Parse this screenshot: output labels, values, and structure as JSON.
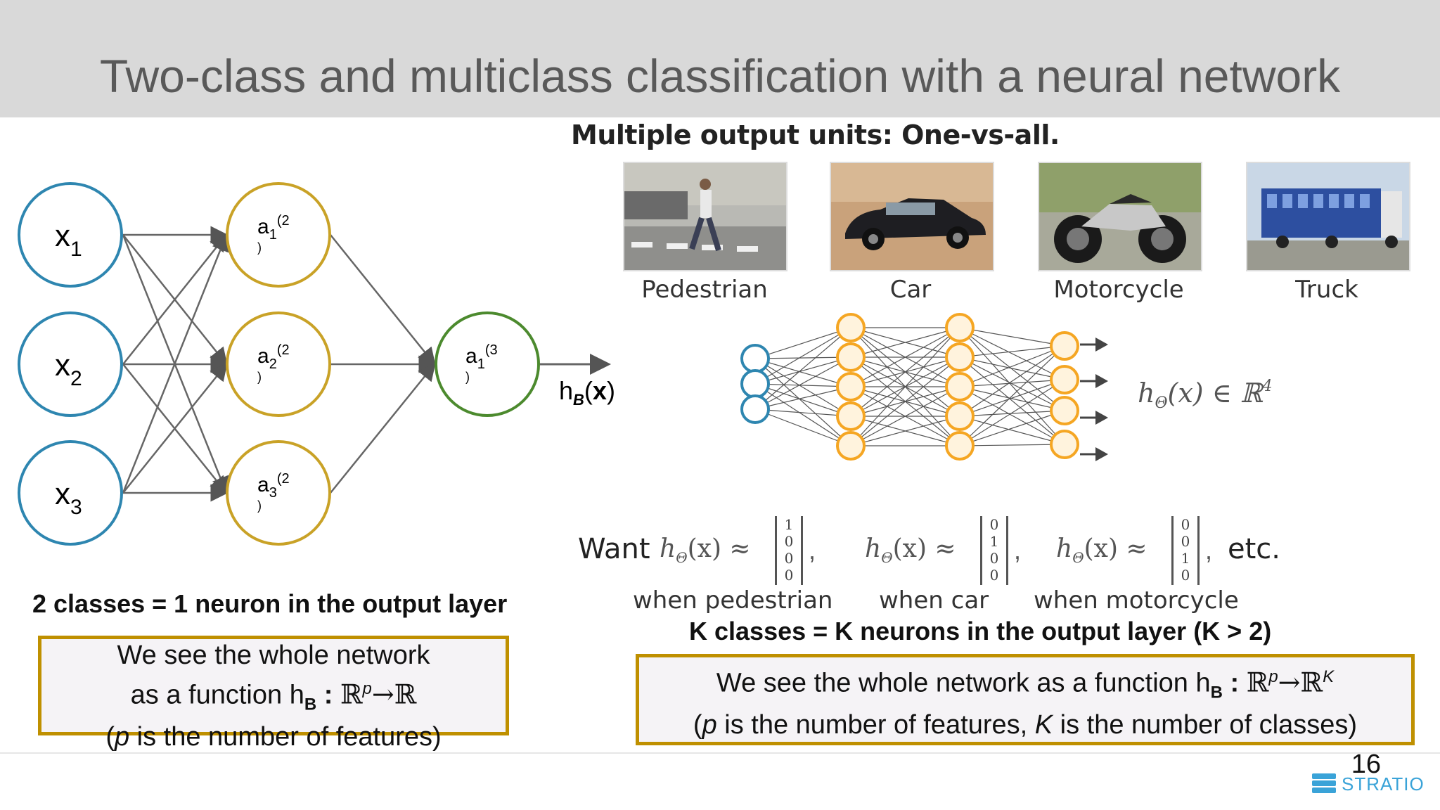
{
  "title": "Two-class and multiclass classification with a neural network",
  "left": {
    "inputs": [
      {
        "base": "x",
        "sub": "1"
      },
      {
        "base": "x",
        "sub": "2"
      },
      {
        "base": "x",
        "sub": "3"
      }
    ],
    "hidden": [
      {
        "base": "a",
        "sub": "1",
        "sup": "(2",
        "paren": ")"
      },
      {
        "base": "a",
        "sub": "2",
        "sup": "(2",
        "paren": ")"
      },
      {
        "base": "a",
        "sub": "3",
        "sup": "(2",
        "paren": ")"
      }
    ],
    "output": {
      "base": "a",
      "sub": "1",
      "sup": "(3",
      "paren": ")"
    },
    "output_label": {
      "h": "h",
      "sub": "B",
      "arg_open": "(",
      "arg": "x",
      "arg_close": ")"
    },
    "caption": "2 classes = 1 neuron in the output layer",
    "box": {
      "line1": "We see the whole network",
      "line2_pre": "as a function  h",
      "line2_sub": "B",
      "line2_post": " : ",
      "line2_math": "ℝ",
      "line2_p": "p",
      "line2_arrow": "→ℝ",
      "line3_italic": "p",
      "line3_rest": " is the number of features)",
      "line3_open": "("
    }
  },
  "right": {
    "subtitle": "Multiple output units: One-vs-all.",
    "classes": [
      "Pedestrian",
      "Car",
      "Motorcycle",
      "Truck"
    ],
    "h_formula": {
      "h": "h",
      "sub": "Θ",
      "rest": "(x) ∈ ℝ",
      "sup": "4"
    },
    "want": {
      "prefix": "Want",
      "vectors": [
        [
          "1",
          "0",
          "0",
          "0"
        ],
        [
          "0",
          "1",
          "0",
          "0"
        ],
        [
          "0",
          "0",
          "1",
          "0"
        ]
      ],
      "approx": "h",
      "approx_sub": "Θ",
      "approx_rest": "(x) ≈",
      "comma": ",",
      "suffix": "etc.",
      "whens": [
        "when pedestrian",
        "when car",
        "when motorcycle"
      ]
    },
    "caption": "K classes = K neurons in the output layer (K > 2)",
    "box": {
      "line1_pre": "We see the whole network as a function  h",
      "line1_sub": "B",
      "line1_post": " : ",
      "line1_math": "ℝ",
      "line1_p": "p",
      "line1_arrow": "→ℝ",
      "line1_K": "K",
      "line2_open": "(",
      "line2_p": "p",
      "line2_mid": " is the number of features, ",
      "line2_K": "K",
      "line2_end": " is the number of classes)"
    }
  },
  "footer": {
    "page": "16",
    "logo": "STRATIO"
  },
  "colors": {
    "input": "#2e86b0",
    "hidden": "#c9a227",
    "output": "#4c8a2e",
    "box_border": "#bf9000",
    "orange": "#f5a623"
  }
}
